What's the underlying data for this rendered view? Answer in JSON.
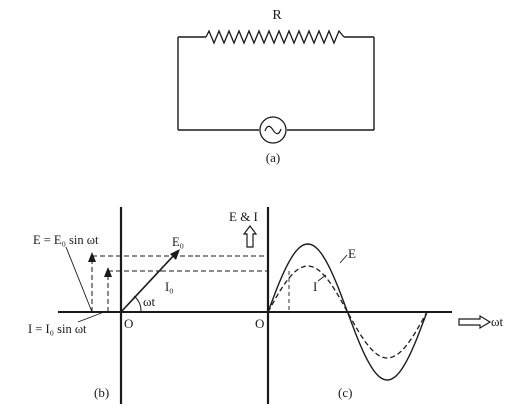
{
  "colors": {
    "ink": "#1a1a1a",
    "background": "#ffffff"
  },
  "circuit": {
    "resistor_label": "R",
    "source_icon": "ac-source-icon",
    "caption": "(a)"
  },
  "phasor": {
    "emf_equation": "E = E₀ sin ωt",
    "current_equation": "I = I₀ sin ωt",
    "emf_phasor_label": "E₀",
    "current_phasor_label": "I₀",
    "angle_label": "ωt",
    "origin_label": "O",
    "caption": "(b)"
  },
  "waveform": {
    "y_axis_label": "E & I",
    "x_axis_label": "ωt",
    "origin_label": "O",
    "emf_curve_label": "E",
    "current_curve_label": "I",
    "caption": "(c)"
  }
}
